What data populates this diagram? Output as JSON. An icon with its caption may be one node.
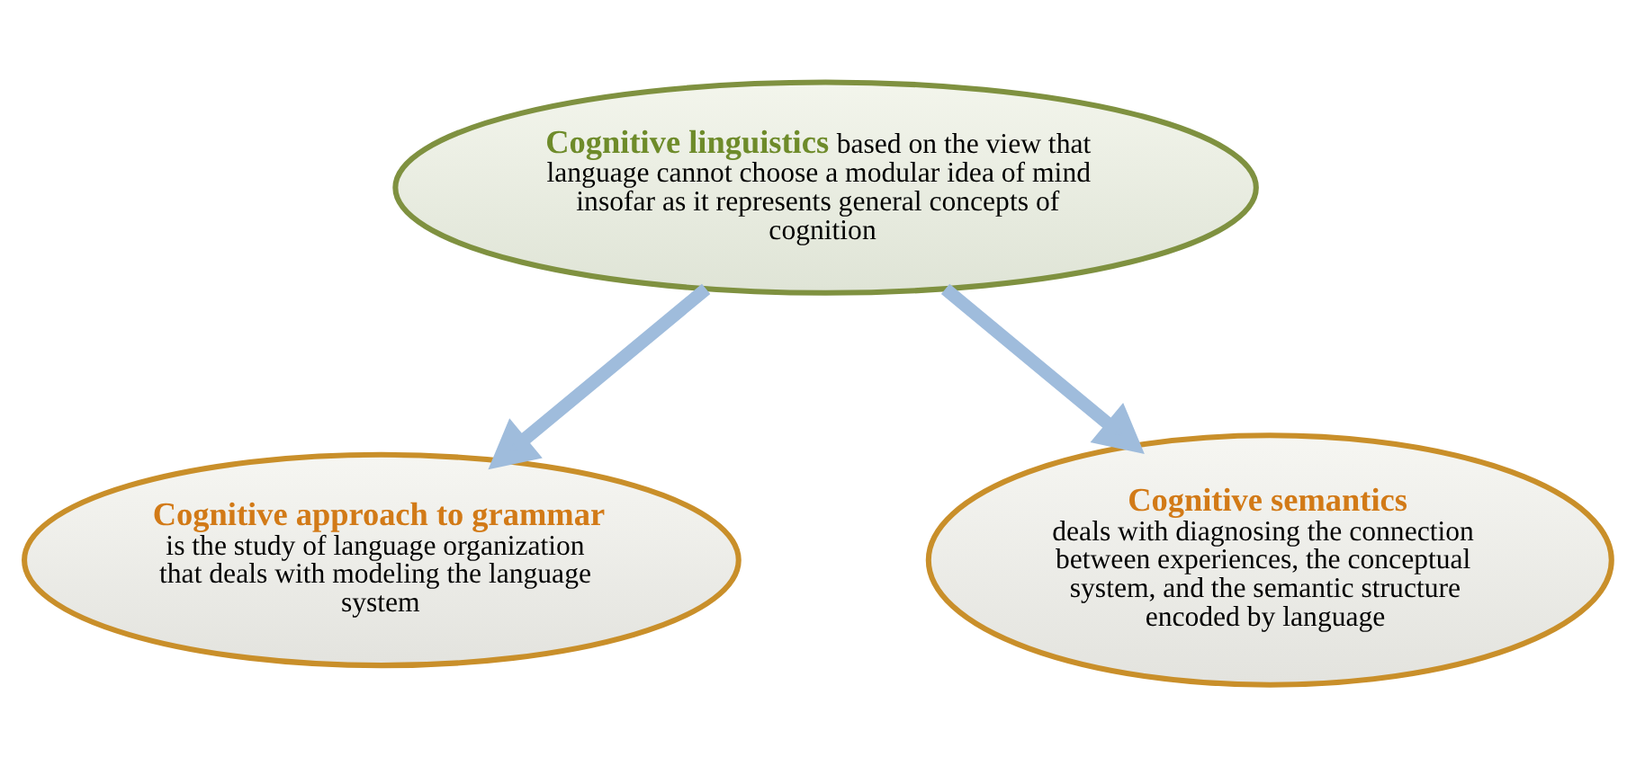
{
  "diagram": {
    "nodes": [
      {
        "text": [
          "**Cognitive linguistics** based on the view that language cannot choose a modular idea of mind insofar as it represents general concepts of cognition"
        ]
      },
      {
        "text": [
          "Cognitive approach to grammar",
          "is the study of language organization that deals with modeling the language system"
        ]
      },
      {
        "text": [
          "Cognitive semantics",
          "deals with diagnosing the connection between experiences, the conceptual system, and the semantic structure encoded by language"
        ]
      }
    ],
    "edges": [
      {
        "from": 0,
        "to": 1,
        "arrow": "to"
      },
      {
        "from": 0,
        "to": 2,
        "arrow": "to"
      }
    ]
  }
}
